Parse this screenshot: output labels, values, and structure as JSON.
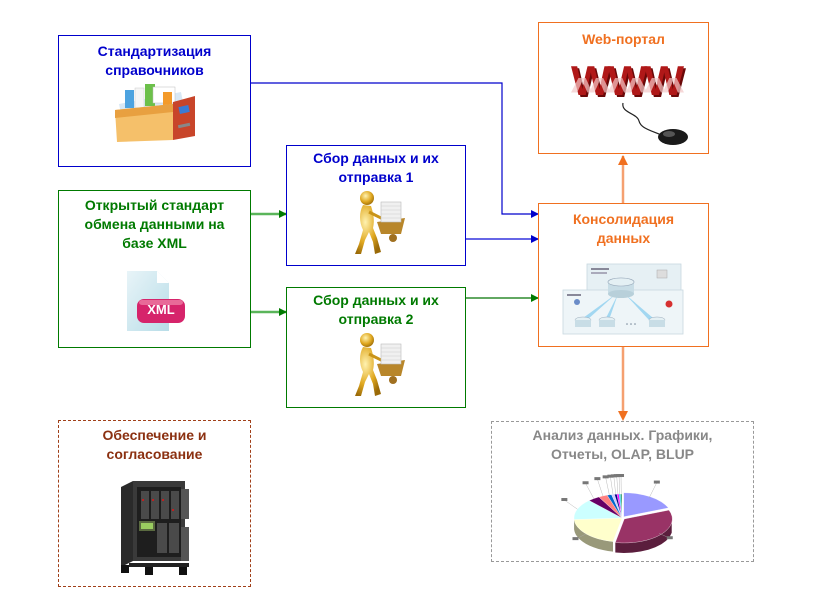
{
  "diagram": {
    "nodes": {
      "standardization": {
        "title_line1": "Стандартизация",
        "title_line2": "справочников",
        "icon": "file-cabinet-icon",
        "border_color": "#0000cc",
        "text_color": "#0000cc"
      },
      "xml_standard": {
        "title_line1": "Открытый стандарт",
        "title_line2": "обмена данными на",
        "title_line3": "базе XML",
        "icon": "xml-file-icon",
        "icon_badge": "XML",
        "border_color": "#007a00",
        "text_color": "#007a00"
      },
      "collect1": {
        "title_line1": "Сбор данных и их",
        "title_line2": "отправка 1",
        "icon": "courier-with-wheelbarrow-icon",
        "border_color": "#0000cc",
        "text_color": "#0000cc"
      },
      "collect2": {
        "title_line1": "Сбор данных и их",
        "title_line2": "отправка 2",
        "icon": "courier-with-wheelbarrow-icon",
        "border_color": "#007a00",
        "text_color": "#007a00"
      },
      "web_portal": {
        "title": "Web-портал",
        "icon": "www-mouse-icon",
        "icon_text": "WWW",
        "border_color": "#f07020",
        "text_color": "#f07020"
      },
      "consolidation": {
        "title_line1": "Консолидация",
        "title_line2": "данных",
        "icon": "database-network-icon",
        "border_color": "#f07020",
        "text_color": "#f07020"
      },
      "analysis": {
        "title_line1": "Анализ данных. Графики,",
        "title_line2": "Отчеты, OLAP, BLUP",
        "icon": "pie-chart-icon",
        "border_color": "#999999",
        "text_color": "#888888"
      },
      "support": {
        "title_line1": "Обеспечение и",
        "title_line2": "согласование",
        "icon": "server-rack-icon",
        "border_color": "#a0401a",
        "text_color": "#8b3010"
      }
    },
    "edges": [
      {
        "from": "standardization",
        "to": "consolidation",
        "color": "#0000cc"
      },
      {
        "from": "xml_standard",
        "to": "collect1",
        "color": "#007a00"
      },
      {
        "from": "xml_standard",
        "to": "collect2",
        "color": "#007a00"
      },
      {
        "from": "collect1",
        "to": "consolidation",
        "color": "#0000cc"
      },
      {
        "from": "collect2",
        "to": "consolidation",
        "color": "#007a00"
      },
      {
        "from": "consolidation",
        "to": "web_portal",
        "color": "#f07020"
      },
      {
        "from": "consolidation",
        "to": "analysis",
        "color": "#f07020"
      }
    ],
    "pie_slice_colors": [
      "#9999ff",
      "#993366",
      "#ffffcc",
      "#ccffff",
      "#660066",
      "#ff8080",
      "#0066cc",
      "#ccccff",
      "#000080",
      "#ff00ff",
      "#00ccff",
      "#339966"
    ]
  }
}
